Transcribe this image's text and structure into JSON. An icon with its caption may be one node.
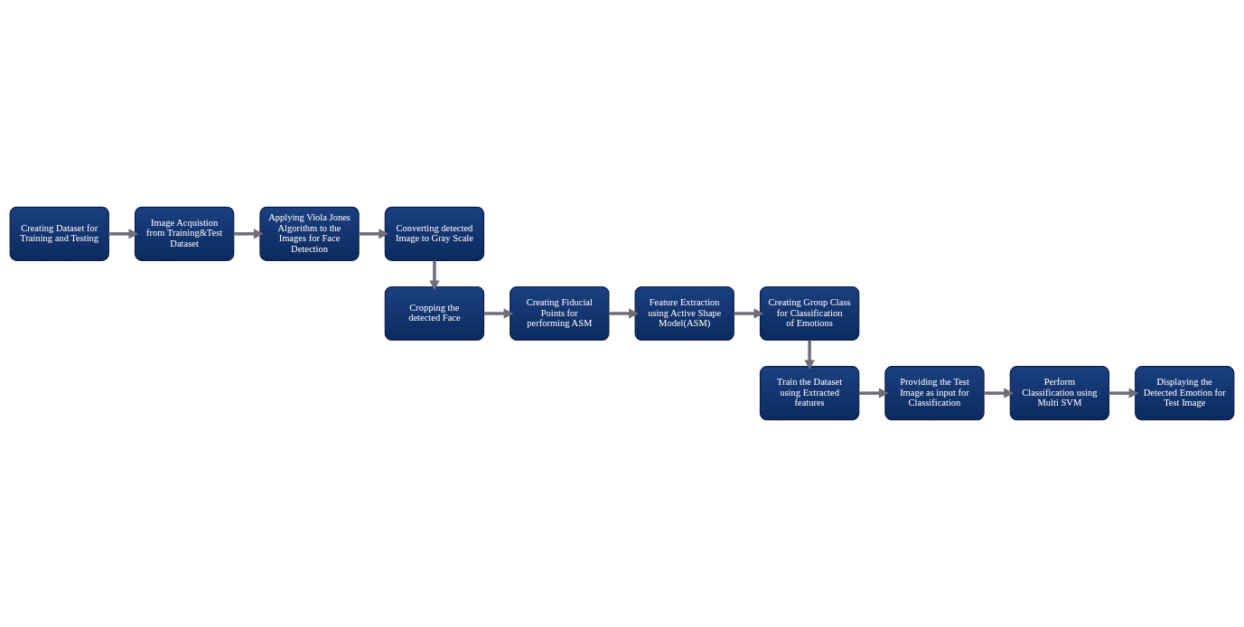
{
  "diagram": {
    "nodes": [
      {
        "text": [
          "Creating Dataset for Training and Testing"
        ]
      },
      {
        "text": [
          "Image Acquistion from Training&Test Dataset"
        ]
      },
      {
        "text": [
          "Applying Viola Jones Algorithm to the Images for Face Detection"
        ]
      },
      {
        "text": [
          "Converting detected Image to Gray Scale"
        ]
      },
      {
        "text": [
          "Cropping the detected Face"
        ]
      },
      {
        "text": [
          "Creating Fiducial Points for performing ASM"
        ]
      },
      {
        "text": [
          "Feature Extraction using Active Shape Model(ASM)"
        ]
      },
      {
        "text": [
          "Creating Group Class for Classification of Emotions"
        ]
      },
      {
        "text": [
          "Train the Dataset using Extracted features"
        ]
      },
      {
        "text": [
          "Providing the Test Image as input for Classification"
        ]
      },
      {
        "text": [
          "Perform Classification using Multi SVM"
        ]
      },
      {
        "text": [
          "Displaying the Detected Emotion for Test Image"
        ]
      }
    ],
    "edges": [
      {
        "from": 0,
        "to": 1,
        "arrow": "to"
      },
      {
        "from": 1,
        "to": 2,
        "arrow": "to"
      },
      {
        "from": 2,
        "to": 3,
        "arrow": "to"
      },
      {
        "from": 3,
        "to": 4,
        "arrow": "to"
      },
      {
        "from": 4,
        "to": 5,
        "arrow": "to"
      },
      {
        "from": 5,
        "to": 6,
        "arrow": "to"
      },
      {
        "from": 6,
        "to": 7,
        "arrow": "to"
      },
      {
        "from": 7,
        "to": 8,
        "arrow": "to"
      },
      {
        "from": 8,
        "to": 9,
        "arrow": "to"
      },
      {
        "from": 9,
        "to": 10,
        "arrow": "to"
      },
      {
        "from": 10,
        "to": 11,
        "arrow": "to"
      }
    ]
  }
}
